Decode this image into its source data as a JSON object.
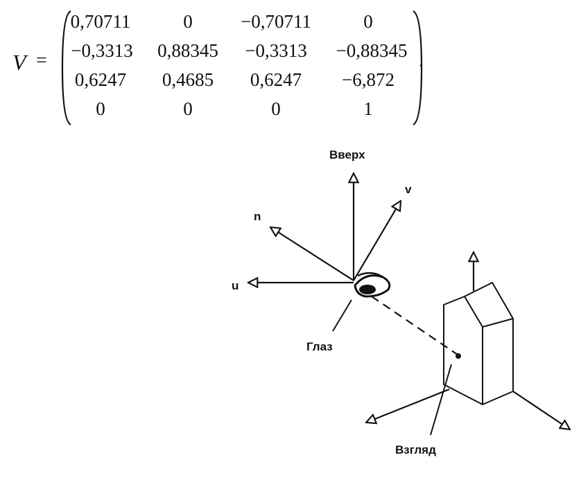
{
  "equation": {
    "label": "V",
    "sign": "=",
    "matrix": [
      [
        "0,70711",
        "0",
        "−0,70711",
        "0"
      ],
      [
        "−0,3313",
        "0,88345",
        "−0,3313",
        "−0,88345"
      ],
      [
        "0,6247",
        "0,4685",
        "0,6247",
        "−6,872"
      ],
      [
        "0",
        "0",
        "0",
        "1"
      ]
    ],
    "period": "."
  },
  "diagram": {
    "up_label": "Вверх",
    "v_label": "v",
    "n_label": "n",
    "u_label": "u",
    "eye_label": "Глаз",
    "look_label": "Взгляд"
  }
}
